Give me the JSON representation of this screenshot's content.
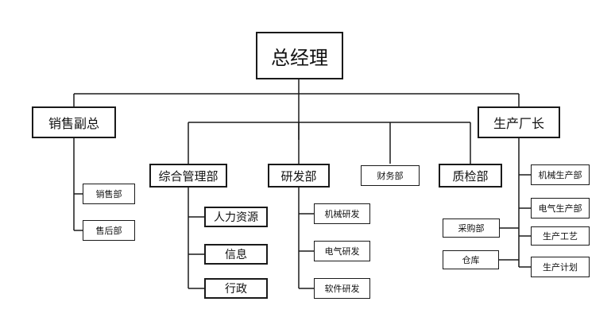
{
  "org_chart": {
    "ceo": "总经理",
    "sales_vp": "销售副总",
    "sales_units": [
      "销售部",
      "售后部"
    ],
    "plant_manager": "生产厂长",
    "plant_units": [
      "机械生产部",
      "电气生产部",
      "生产工艺",
      "生产计划"
    ],
    "purchasing": "采购部",
    "warehouse": "仓库",
    "admin_dept": "综合管理部",
    "admin_units": [
      "人力资源",
      "信息",
      "行政"
    ],
    "rnd_dept": "研发部",
    "rnd_units": [
      "机械研发",
      "电气研发",
      "软件研发"
    ],
    "finance_dept": "财务部",
    "qc_dept": "质检部"
  }
}
